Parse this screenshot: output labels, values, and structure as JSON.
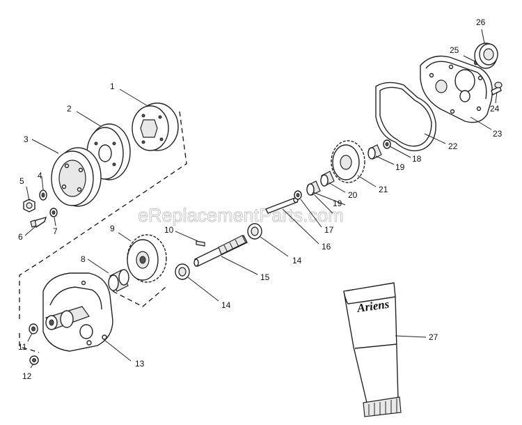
{
  "watermark": "eReplacementParts.com",
  "tube_brand": "Ariens",
  "callouts": [
    "1",
    "2",
    "3",
    "4",
    "5",
    "6",
    "7",
    "8",
    "9",
    "10",
    "11",
    "12",
    "13",
    "14",
    "14",
    "15",
    "16",
    "17",
    "18",
    "19",
    "19",
    "20",
    "21",
    "22",
    "23",
    "24",
    "25",
    "26",
    "27"
  ]
}
